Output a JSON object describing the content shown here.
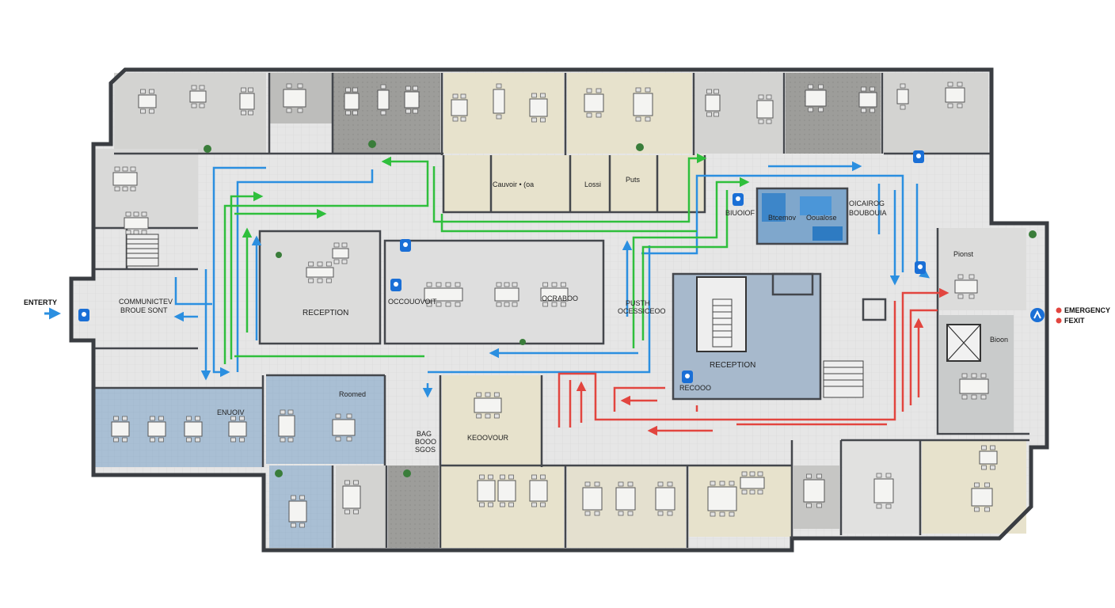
{
  "entry": {
    "label": "ENTERTY"
  },
  "legend": {
    "line1": "EMERGENCY",
    "line2": "FEXIT"
  },
  "rooms": {
    "left_lobby": {
      "line1": "COMMUNICTEV",
      "line2": "BROUE SONT"
    },
    "reception_left": "RECEPTION",
    "reception_right": "RECEPTION",
    "occupancy": "OCCOUOVOIT",
    "collab": "OCRABOO",
    "push": {
      "line1": "PUSTH",
      "line2": "OCESSICEOO"
    },
    "top_mid_a": "Cauvoir • (oa",
    "top_mid_b": "Puts",
    "top_mid_c": "Lossi",
    "utility_right_a": "BIUOIOF",
    "utility_right_b": "Btcemov",
    "utility_right_c": "Ooualose",
    "utility_right_d": "OICAIROG",
    "utility_right_e": "BOUBOUIA",
    "pionst": "Pionst",
    "bioon": "Bioon",
    "recooo": "RECOOO",
    "roomed": "Roomed",
    "enuoiv": "ENUOIV",
    "keoovour": "KEOOVOUR",
    "bag": {
      "line1": "BAG",
      "line2": "BOOO",
      "line3": "SGOS"
    }
  },
  "colors": {
    "wall": "#3a3d42",
    "floor": "#e4e4e4",
    "room_grey": "#cfd0d0",
    "room_beige": "#e7e2cc",
    "room_blue": "#a9bfd4",
    "room_dark": "#9b9b98",
    "route_blue": "#2b8fe0",
    "route_green": "#2fbf3c",
    "route_red": "#e2453f",
    "marker_blue": "#1a6fd6"
  },
  "icons": [
    "entry-arrow-icon",
    "location-marker-icon",
    "elevator-icon",
    "stair-icon",
    "plant-icon",
    "emergency-exit-icon",
    "legend-dot-icon"
  ]
}
